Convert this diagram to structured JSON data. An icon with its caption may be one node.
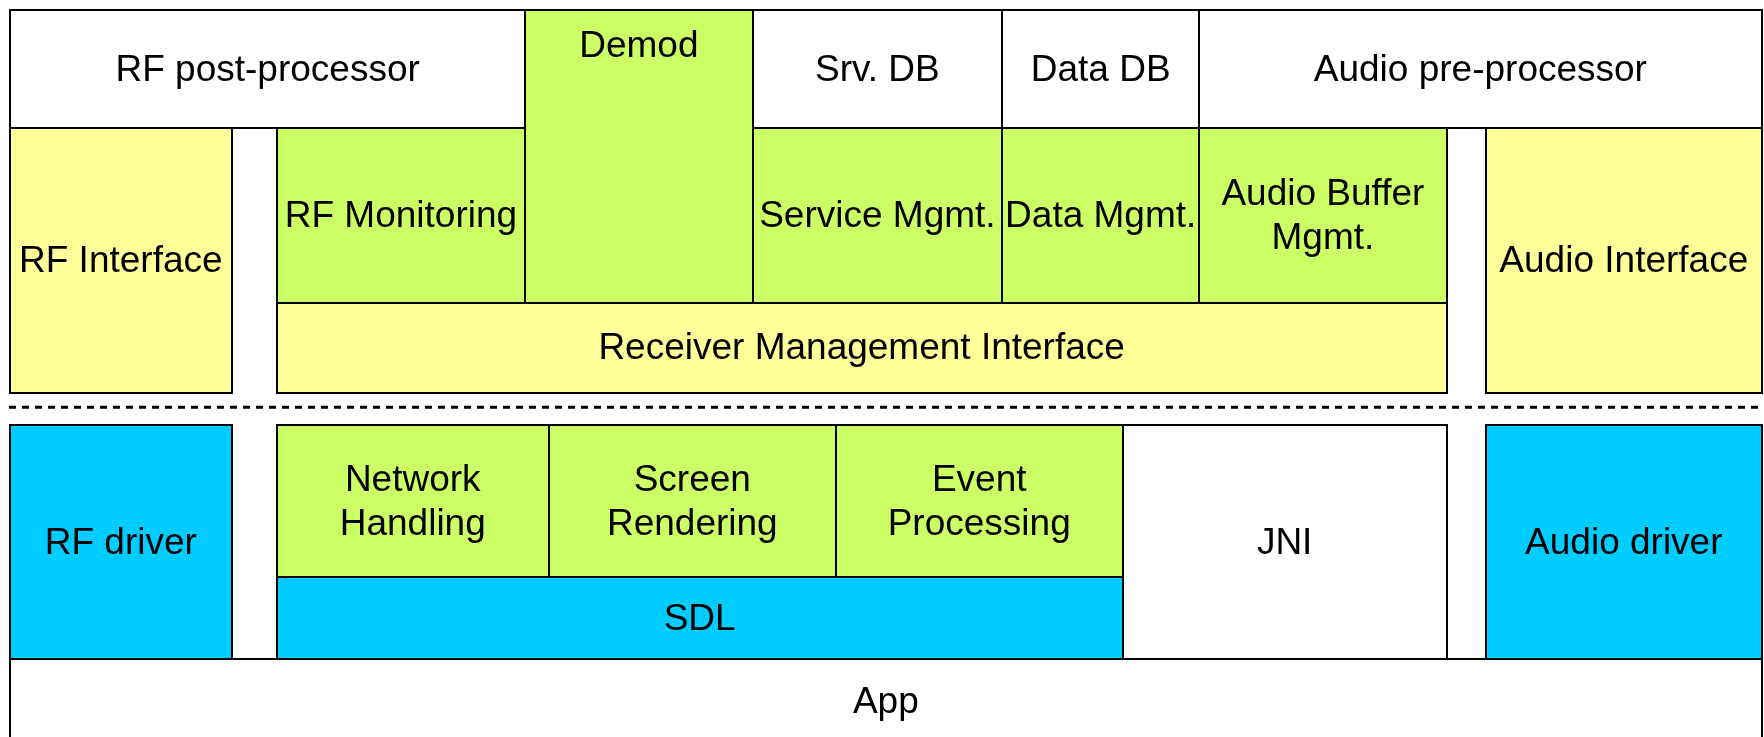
{
  "diagram": {
    "nodes": [
      {
        "text": [
          "RF post-processor"
        ]
      },
      {
        "text": [
          "Demod"
        ]
      },
      {
        "text": [
          "Srv. DB"
        ]
      },
      {
        "text": [
          "Data DB"
        ]
      },
      {
        "text": [
          "Audio pre-processor"
        ]
      },
      {
        "text": [
          "RF Interface"
        ]
      },
      {
        "text": [
          "RF Monitoring"
        ]
      },
      {
        "text": [
          "Service Mgmt."
        ]
      },
      {
        "text": [
          "Data Mgmt."
        ]
      },
      {
        "text": [
          "Audio Buffer Mgmt."
        ]
      },
      {
        "text": [
          "Audio Interface"
        ]
      },
      {
        "text": [
          "Receiver Management Interface"
        ]
      },
      {
        "text": [
          "RF driver"
        ]
      },
      {
        "text": [
          "Network Handling"
        ]
      },
      {
        "text": [
          "Screen Rendering"
        ]
      },
      {
        "text": [
          "Event Processing"
        ]
      },
      {
        "text": [
          "JNI"
        ]
      },
      {
        "text": [
          "Audio driver"
        ]
      },
      {
        "text": [
          "SDL"
        ]
      },
      {
        "text": [
          "App"
        ]
      }
    ]
  }
}
